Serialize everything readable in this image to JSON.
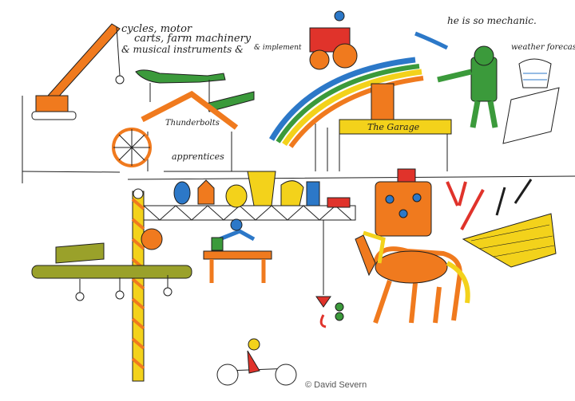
{
  "illustration": {
    "caption_lines": [
      "cycles, motor",
      "carts, farm machinery",
      "& implement",
      "& musical instruments &"
    ],
    "mechanic_line": "he is so mechanic.",
    "weather_line": "weather forecast",
    "shed_sign": "Thunderbolts",
    "garage_sign": "The Garage",
    "apprentices_line": "apprentices",
    "credit": "© David Severn"
  },
  "colors": {
    "ink": "#1e1e1e",
    "orange": "#f07a1e",
    "olive": "#9aa12a",
    "green": "#3b9a3b",
    "yellow": "#f3d21b",
    "red": "#e0332b",
    "blue": "#2c78c8"
  }
}
